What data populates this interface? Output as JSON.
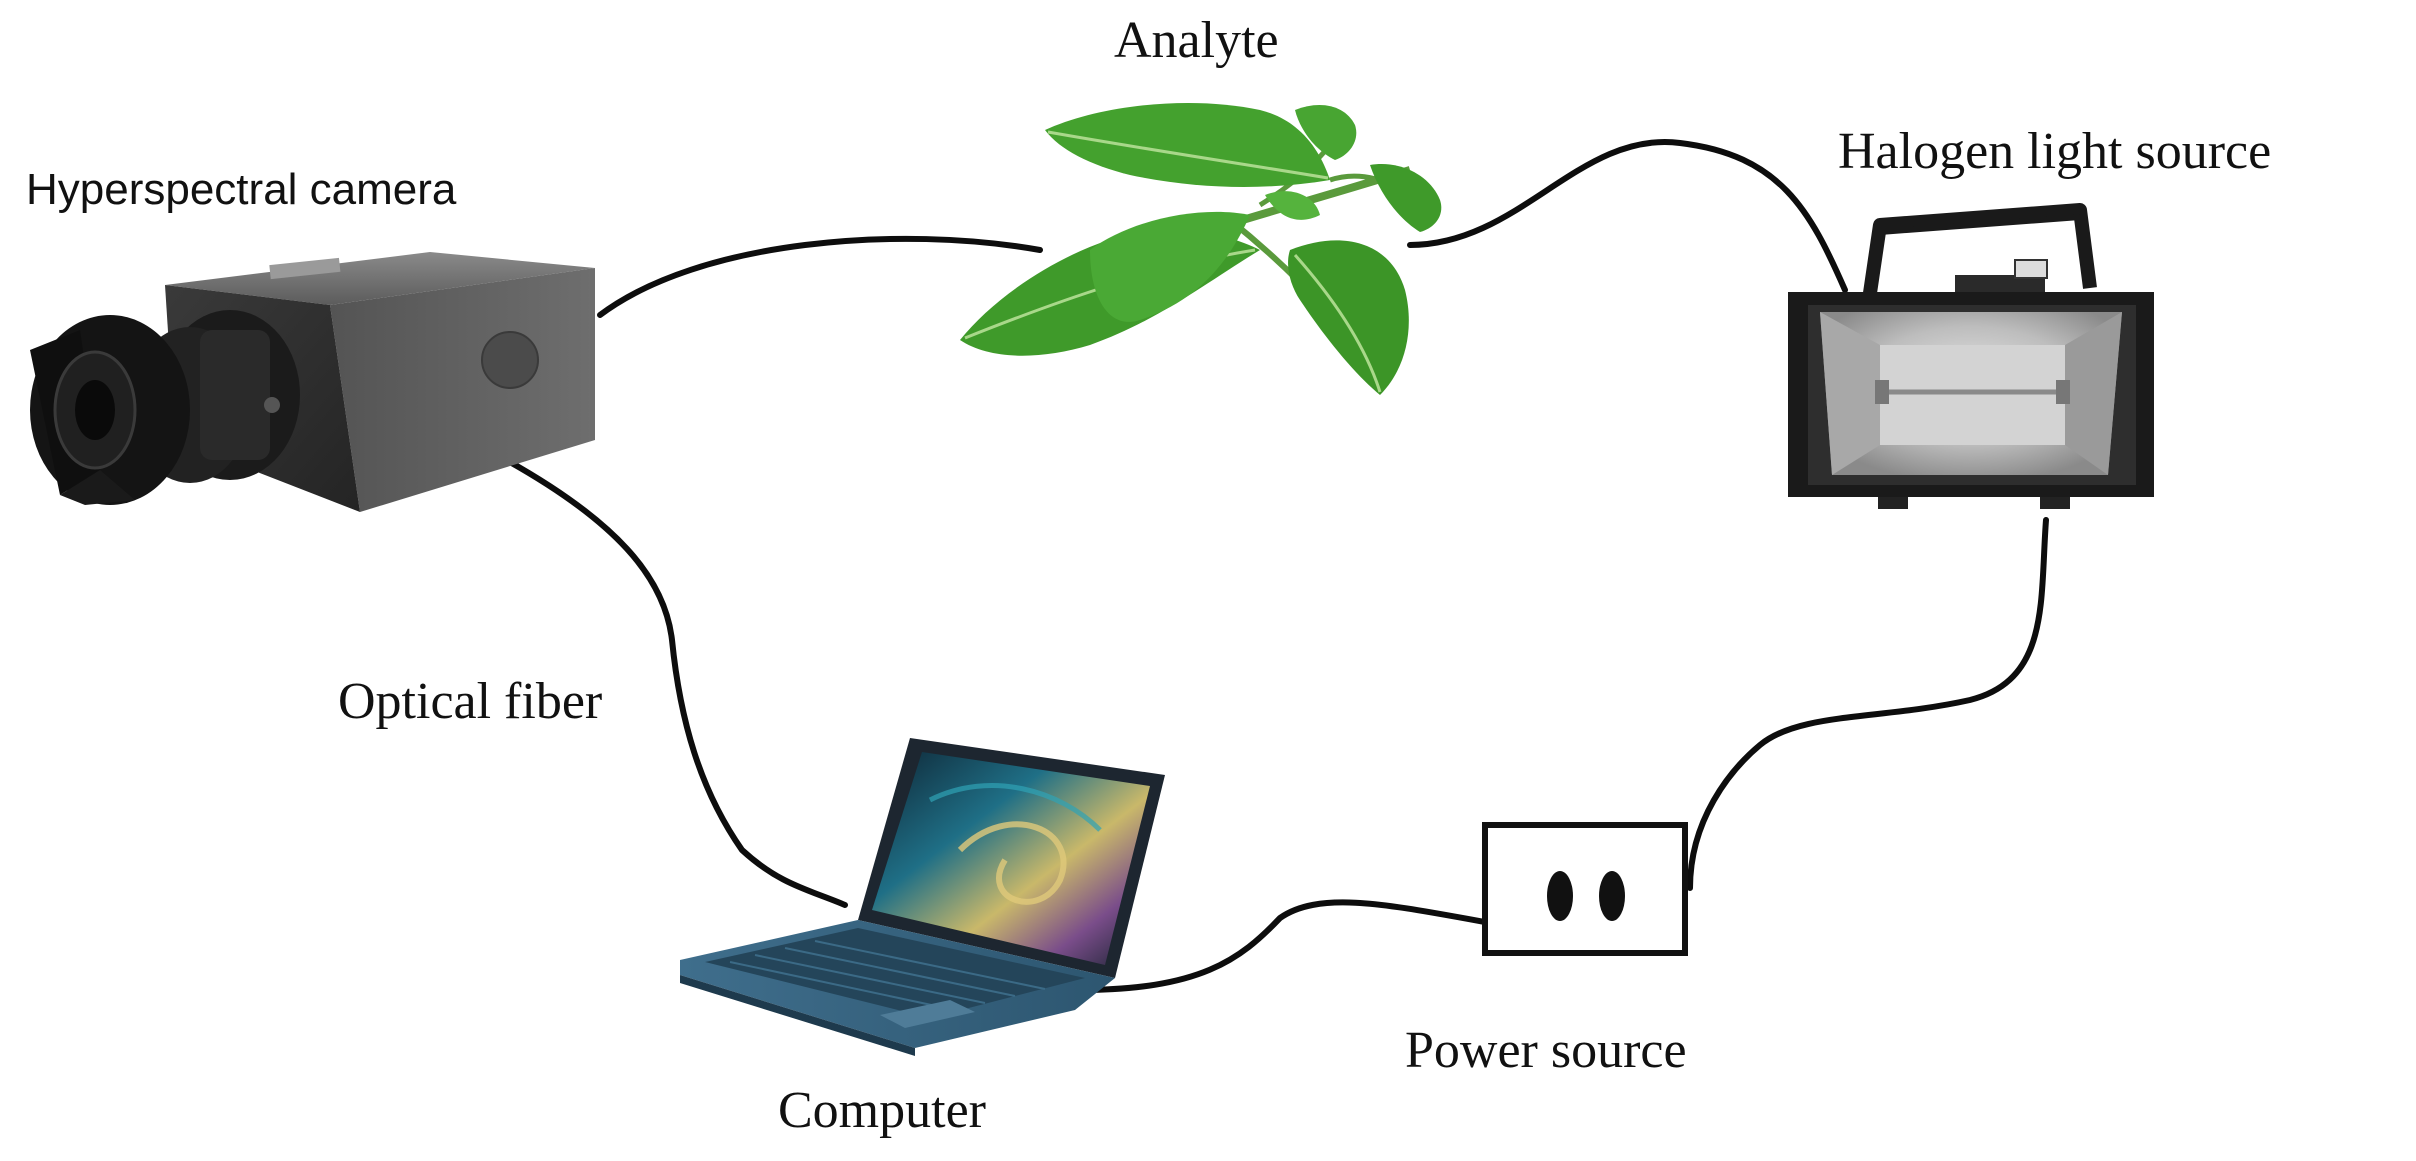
{
  "labels": {
    "camera": "Hyperspectral camera",
    "analyte": "Analyte",
    "light": "Halogen light source",
    "fiber": "Optical fiber",
    "computer": "Computer",
    "power": "Power source"
  },
  "components": [
    {
      "id": "camera",
      "icon": "hyperspectral-camera-icon"
    },
    {
      "id": "analyte",
      "icon": "tomato-leaf-icon"
    },
    {
      "id": "light",
      "icon": "halogen-lamp-icon"
    },
    {
      "id": "computer",
      "icon": "laptop-icon"
    },
    {
      "id": "power",
      "icon": "power-outlet-icon"
    }
  ],
  "connections": [
    {
      "from": "camera",
      "to": "analyte"
    },
    {
      "from": "analyte",
      "to": "light"
    },
    {
      "from": "camera",
      "to": "computer"
    },
    {
      "from": "computer",
      "to": "power"
    },
    {
      "from": "power",
      "to": "light"
    }
  ],
  "colors": {
    "cable": "#0d0d0d",
    "leaf": "#3f9a2a",
    "camera_body": "#4a4a4a",
    "laptop_lid": "#2b5a78",
    "lamp_reflector": "#c9c9c9"
  }
}
